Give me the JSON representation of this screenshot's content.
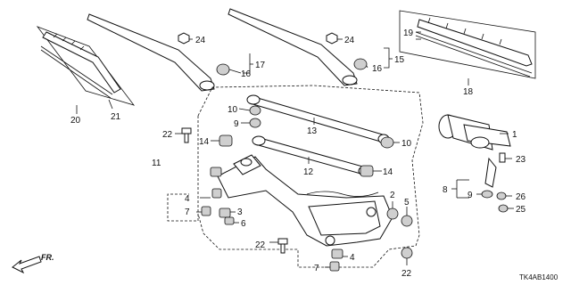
{
  "diagram_code": "TK4AB1400",
  "direction_label": "FR.",
  "callouts": {
    "c1": "1",
    "c2": "2",
    "c3": "3",
    "c4a": "4",
    "c4b": "4",
    "c5": "5",
    "c6": "6",
    "c7a": "7",
    "c7b": "7",
    "c8": "8",
    "c9a": "9",
    "c9b": "9",
    "c10a": "10",
    "c10b": "10",
    "c11": "11",
    "c12": "12",
    "c13": "13",
    "c14a": "14",
    "c14b": "14",
    "c15": "15",
    "c16a": "16",
    "c16b": "16",
    "c17": "17",
    "c18": "18",
    "c19": "19",
    "c20": "20",
    "c21": "21",
    "c22a": "22",
    "c22b": "22",
    "c22c": "22",
    "c23": "23",
    "c24a": "24",
    "c24b": "24",
    "c25": "25",
    "c26": "26"
  }
}
